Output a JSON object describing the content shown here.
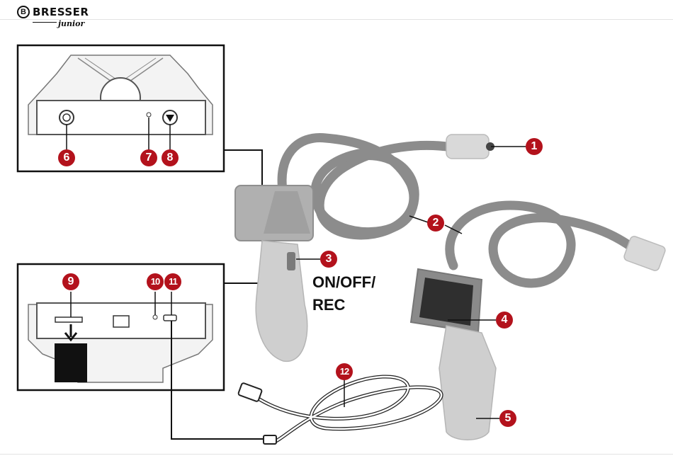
{
  "brand": {
    "name": "BRESSER",
    "sub": "junior",
    "mark": "B"
  },
  "caption": {
    "line1": "ON/OFF/",
    "line2": "REC"
  },
  "markers": [
    "1",
    "2",
    "3",
    "4",
    "5",
    "6",
    "7",
    "8",
    "9",
    "10",
    "11",
    "12"
  ],
  "colors": {
    "accent": "#b3121c",
    "device": "#a7a7a7",
    "cable": "#8c8c8c"
  }
}
